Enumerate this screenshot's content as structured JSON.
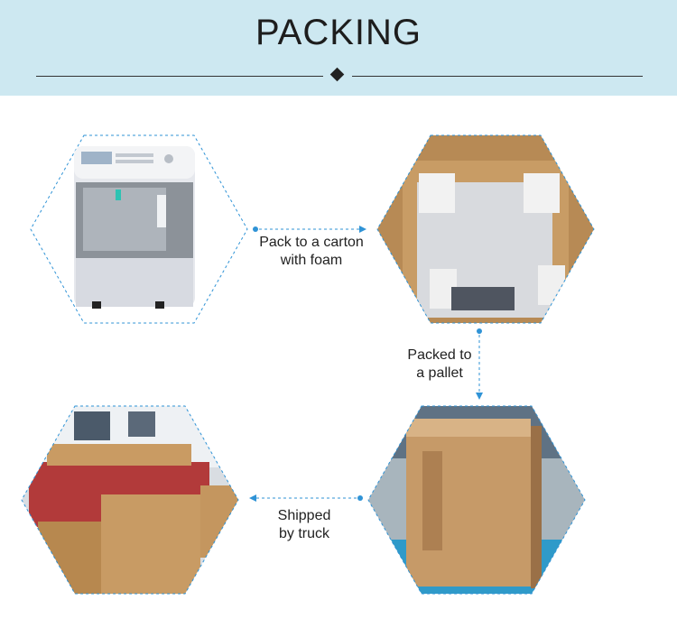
{
  "header": {
    "title": "PACKING"
  },
  "steps": [
    {
      "label_lines": [
        "Pack to a carton",
        "with foam"
      ]
    },
    {
      "label_lines": [
        "Packed to",
        "a pallet"
      ]
    },
    {
      "label_lines": [
        "Shipped",
        "by truck"
      ]
    }
  ],
  "images": [
    {
      "depicts": "oxygen concentrator"
    },
    {
      "depicts": "open carton with foam"
    },
    {
      "depicts": "boxes on truck"
    },
    {
      "depicts": "wrapped carton on pallet"
    }
  ],
  "colors": {
    "banner_bg": "#cde8f1",
    "hex_border": "#2f93d6",
    "arrow": "#2f93d6",
    "text": "#222222"
  }
}
